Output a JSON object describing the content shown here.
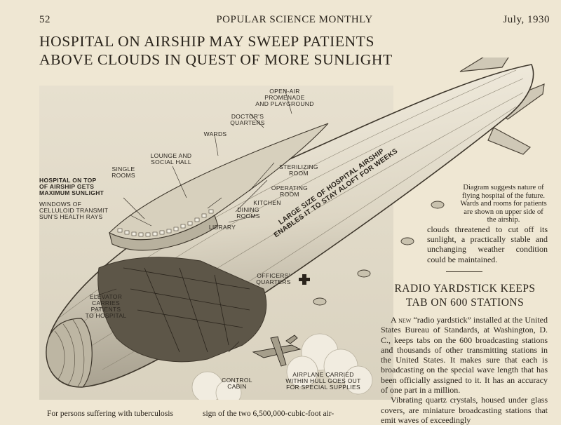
{
  "header": {
    "page_number": "52",
    "magazine": "POPULAR SCIENCE MONTHLY",
    "date": "July, 1930"
  },
  "headline": {
    "line1": "HOSPITAL ON AIRSHIP MAY SWEEP PATIENTS",
    "line2": "ABOVE CLOUDS IN QUEST OF MORE SUNLIGHT"
  },
  "diagram": {
    "labels": {
      "promenade": "OPEN-AIR\nPROMENADE\nAND PLAYGROUND",
      "doctors": "DOCTOR'S\nQUARTERS",
      "wards": "WARDS",
      "lounge": "LOUNGE AND\nSOCIAL HALL",
      "single_rooms": "SINGLE\nROOMS",
      "hospital_top": "HOSPITAL ON TOP\nOF AIRSHIP GETS\nMAXIMUM SUNLIGHT",
      "windows": "WINDOWS OF\nCELLULOID TRANSMIT\nSUN'S HEALTH RAYS",
      "sterilizing": "STERILIZING\nROOM",
      "operating": "OPERATING\nROOM",
      "kitchen": "KITCHEN",
      "dining": "DINING\nROOMS",
      "library": "LIBRARY",
      "size_note": "LARGE SIZE OF HOSPITAL AIRSHIP\nENABLES IT TO STAY ALOFT FOR WEEKS",
      "officers": "OFFICERS'\nQUARTERS",
      "elevator": "ELEVATOR\nCARRIES\nPATIENTS\nTO HOSPITAL",
      "control": "CONTROL\nCABIN",
      "airplane": "AIRPLANE CARRIED\nWITHIN HULL GOES OUT\nFOR SPECIAL SUPPLIES"
    },
    "caption": "Diagram suggests nature of flying hospital of the future. Wards and rooms for patients are shown on upper side of the airship."
  },
  "column_text": "clouds threatened to cut off its sunlight, a practically stable and unchanging weather condition could be maintained.",
  "article2": {
    "heading_line1": "RADIO YARDSTICK KEEPS",
    "heading_line2": "TAB ON 600 STATIONS",
    "p1_lead": "A new",
    "p1_rest": " “radio yardstick” installed at the United States Bureau of Standards, at Washington, D. C., keeps tabs on the 600 broadcasting stations and thousands of other transmitting stations in the United States. It makes sure that each is broadcasting on the special wave length that has been officially assigned to it. It has an accuracy of one part in a million.",
    "p2": "Vibrating quartz crystals, housed under glass covers, are miniature broadcasting stations that emit waves of exceedingly"
  },
  "bottom": {
    "left": "For persons suffering with tuberculosis",
    "middle": "sign of the two 6,500,000-cubic-foot air-"
  }
}
